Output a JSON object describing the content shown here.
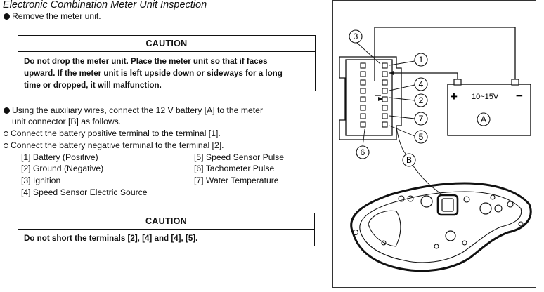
{
  "title": "Electronic Combination Meter Unit Inspection",
  "step_remove": "Remove the meter unit.",
  "caution1": {
    "heading": "CAUTION",
    "lines": [
      "Do not drop the meter unit.  Place the meter unit so that if faces",
      "upward.  If the meter unit is left upside down or sideways for a long",
      "time or dropped, it will malfunction."
    ]
  },
  "step_connect": {
    "lines": [
      "Using the auxiliary wires, connect the 12 V battery [A] to the meter",
      "unit connector [B] as follows."
    ]
  },
  "substeps": [
    "Connect the battery positive terminal to the terminal [1].",
    "Connect the battery negative terminal to the terminal [2]."
  ],
  "legend_left": [
    "[1] Battery (Positive)",
    "[2] Ground (Negative)",
    "[3] Ignition",
    "[4] Speed Sensor Electric Source"
  ],
  "legend_right": [
    "[5] Speed Sensor Pulse",
    "[6] Tachometer Pulse",
    "[7] Water Temperature"
  ],
  "caution2": {
    "heading": "CAUTION",
    "text": "Do not short the terminals [2], [4] and [4], [5]."
  },
  "figure": {
    "battery_voltage": "10~15V",
    "battery_plus": "+",
    "battery_minus": "−",
    "label_a": "A",
    "label_b": "B",
    "callouts": [
      "1",
      "2",
      "3",
      "4",
      "5",
      "6",
      "7"
    ]
  }
}
